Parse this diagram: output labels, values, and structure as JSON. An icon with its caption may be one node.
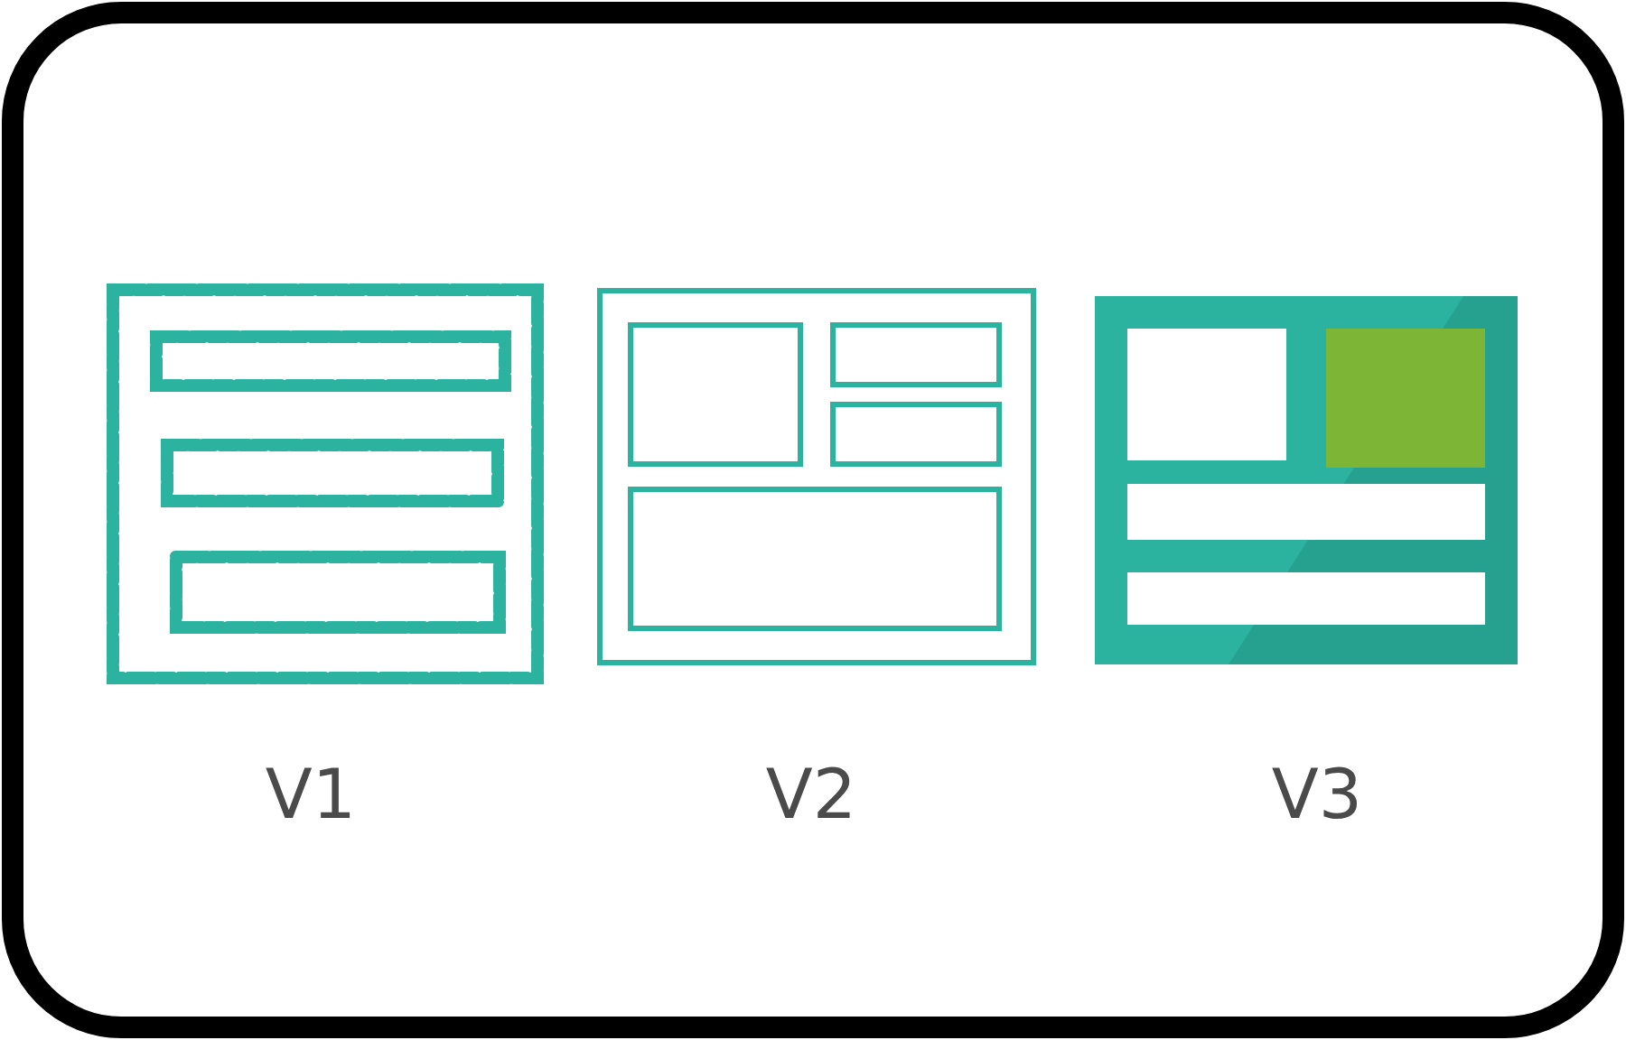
{
  "diagram": {
    "labels": [
      "V1",
      "V2",
      "V3"
    ]
  }
}
